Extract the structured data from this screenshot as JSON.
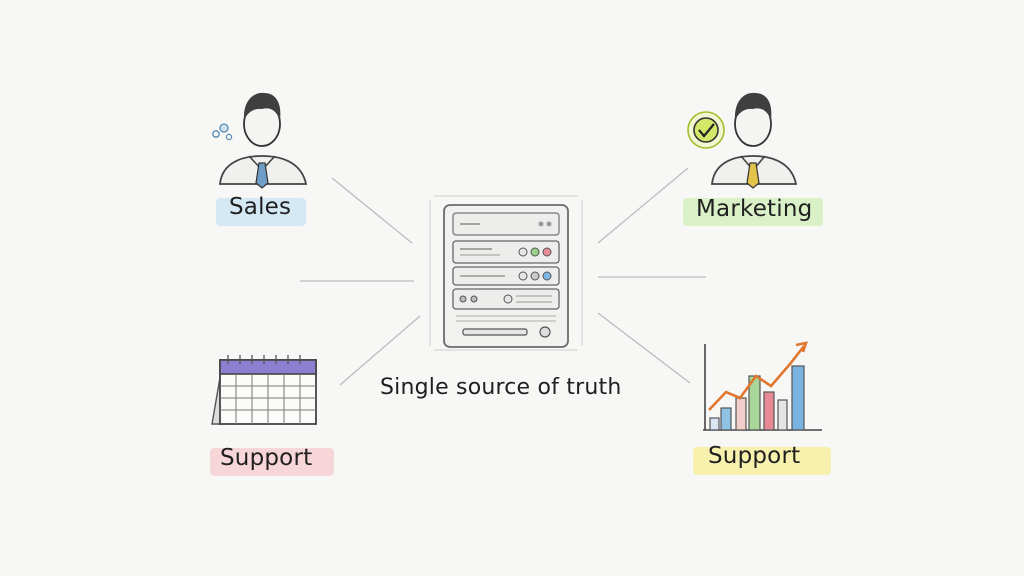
{
  "diagram": {
    "center_label": "Single source of truth",
    "nodes": [
      {
        "key": "sales",
        "label": "Sales",
        "icon": "person-icon",
        "highlight": "#cfe6f5"
      },
      {
        "key": "marketing",
        "label": "Marketing",
        "icon": "person-icon",
        "highlight": "#d6efc3"
      },
      {
        "key": "support_left",
        "label": "Support",
        "icon": "calendar-icon",
        "highlight": "#f6d2d6"
      },
      {
        "key": "support_right",
        "label": "Support",
        "icon": "bar-chart-icon",
        "highlight": "#f7efa6"
      }
    ],
    "center_icon": "server-icon",
    "colors": {
      "background": "#f7f7f6",
      "line": "#b9b9b9",
      "calendar_header": "#8d7fd0",
      "tie_blue": "#6f9dc8",
      "tie_yellow": "#e2c44a",
      "check_green": "#d4e86a"
    }
  }
}
